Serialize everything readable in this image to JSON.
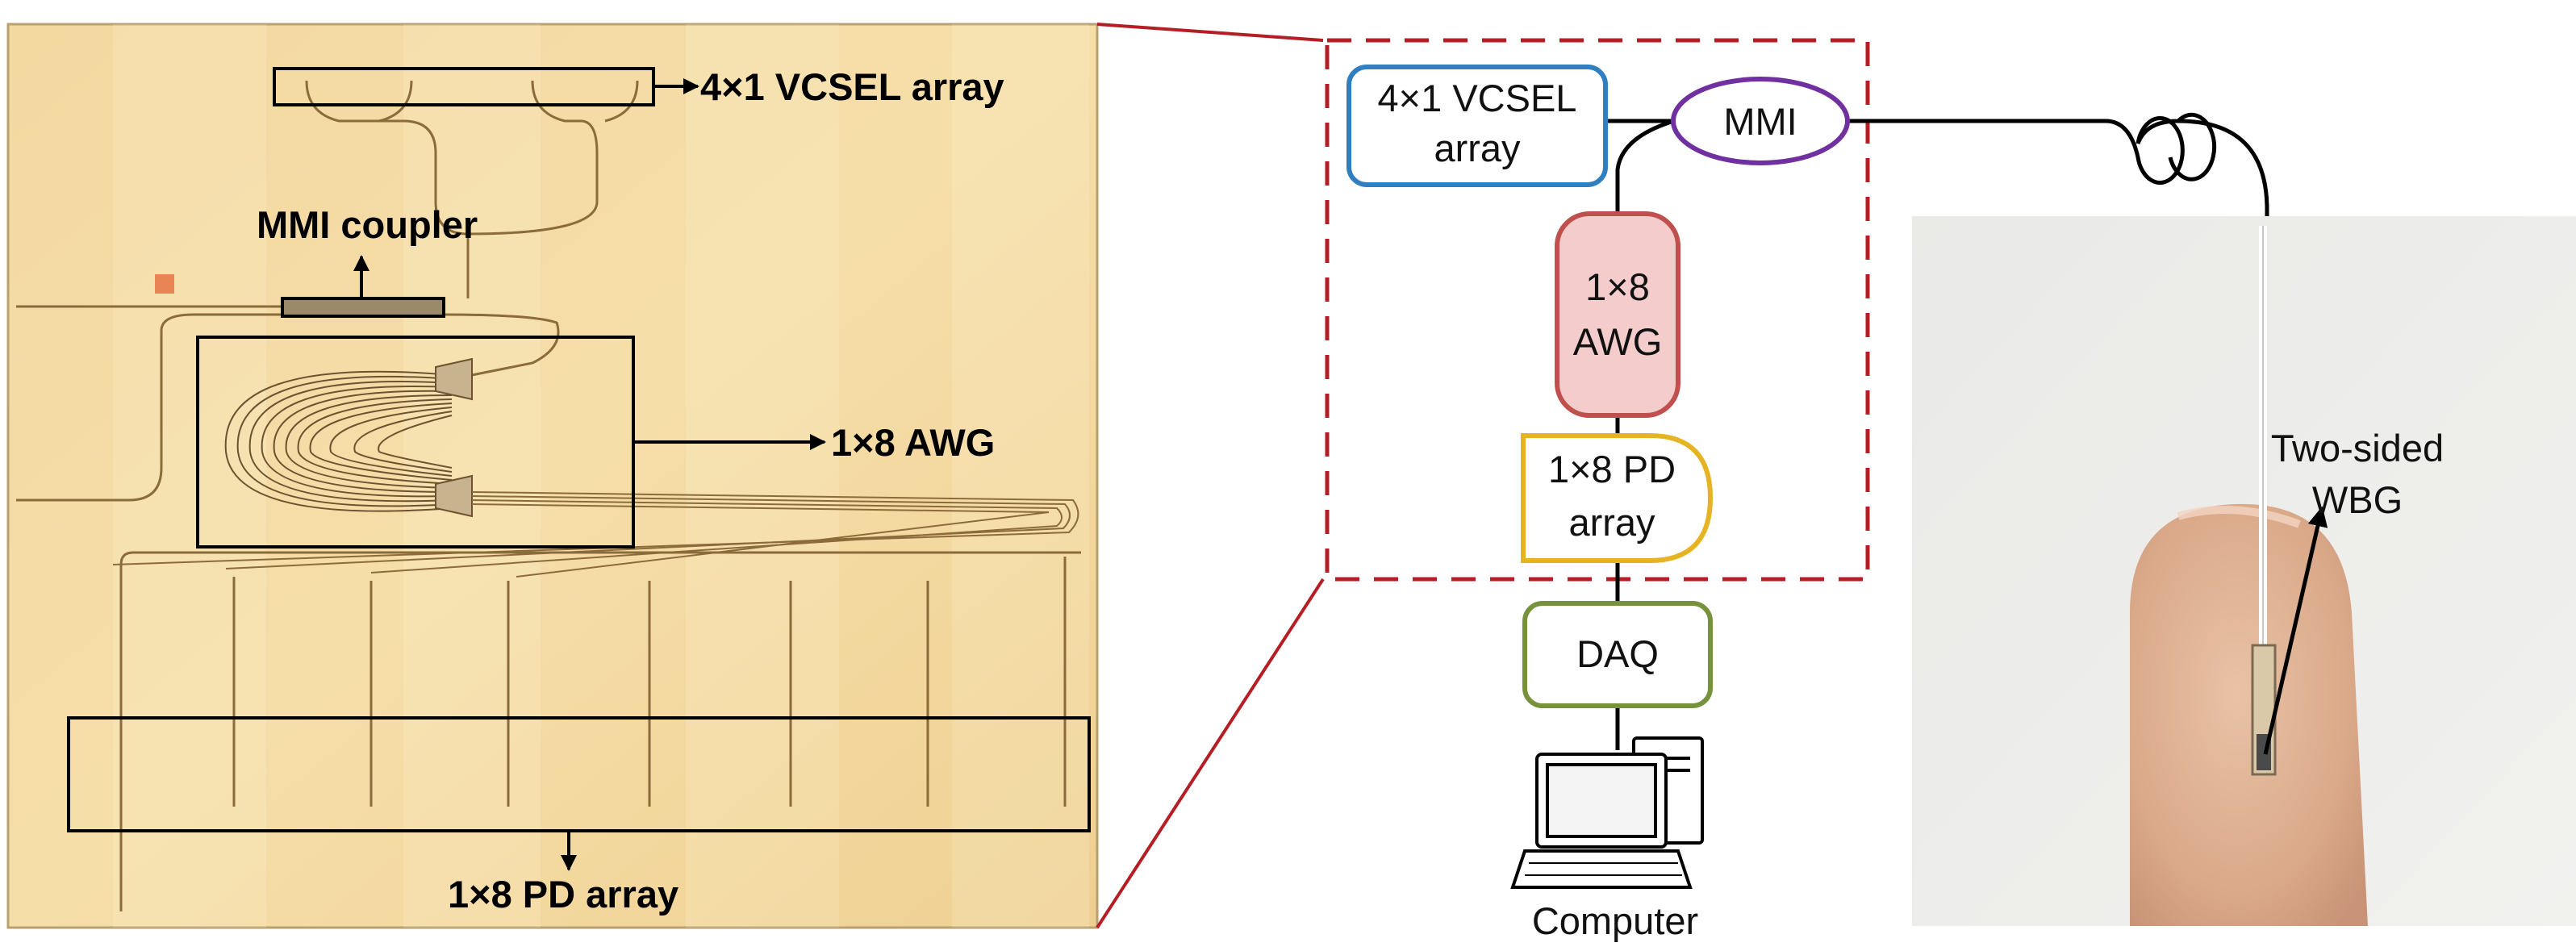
{
  "chip_photo": {
    "labels": {
      "vcsel_array": "4×1 VCSEL array",
      "mmi_coupler": "MMI coupler",
      "awg": "1×8 AWG",
      "pd_array": "1×8 PD array"
    }
  },
  "schematic": {
    "vcsel_line1": "4×1 VCSEL",
    "vcsel_line2": "array",
    "mmi": "MMI",
    "awg_line1": "1×8",
    "awg_line2": "AWG",
    "pd_line1": "1×8 PD",
    "pd_line2": "array",
    "daq": "DAQ",
    "computer": "Computer"
  },
  "finger_photo": {
    "label_line1": "Two-sided",
    "label_line2": "WBG"
  },
  "colors": {
    "zoom_dashed": "#b41e24",
    "vcsel_box": "#2f7fc1",
    "mmi_ellipse": "#7030a0",
    "awg_box": "#c0504d",
    "awg_fill": "#f4cccc",
    "pd_box": "#e6b422",
    "daq_box": "#76923c"
  },
  "icons": [
    "computer-icon",
    "fiber-loop-icon"
  ]
}
